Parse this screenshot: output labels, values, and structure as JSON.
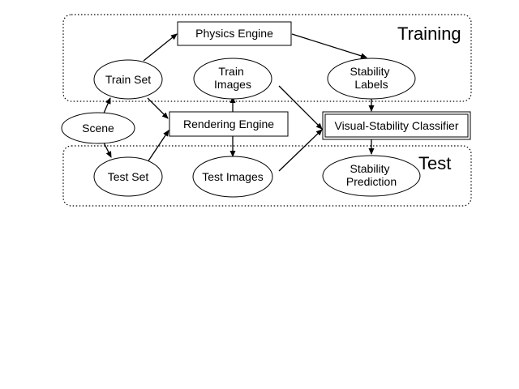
{
  "regions": {
    "training": "Training",
    "test": "Test"
  },
  "nodes": {
    "scene": "Scene",
    "train_set": "Train Set",
    "test_set": "Test Set",
    "physics_engine": "Physics Engine",
    "rendering_engine": "Rendering Engine",
    "train_images": [
      "Train",
      "Images"
    ],
    "test_images": "Test Images",
    "stability_labels": [
      "Stability",
      "Labels"
    ],
    "classifier": "Visual-Stability Classifier",
    "stability_prediction": [
      "Stability",
      "Prediction"
    ]
  }
}
